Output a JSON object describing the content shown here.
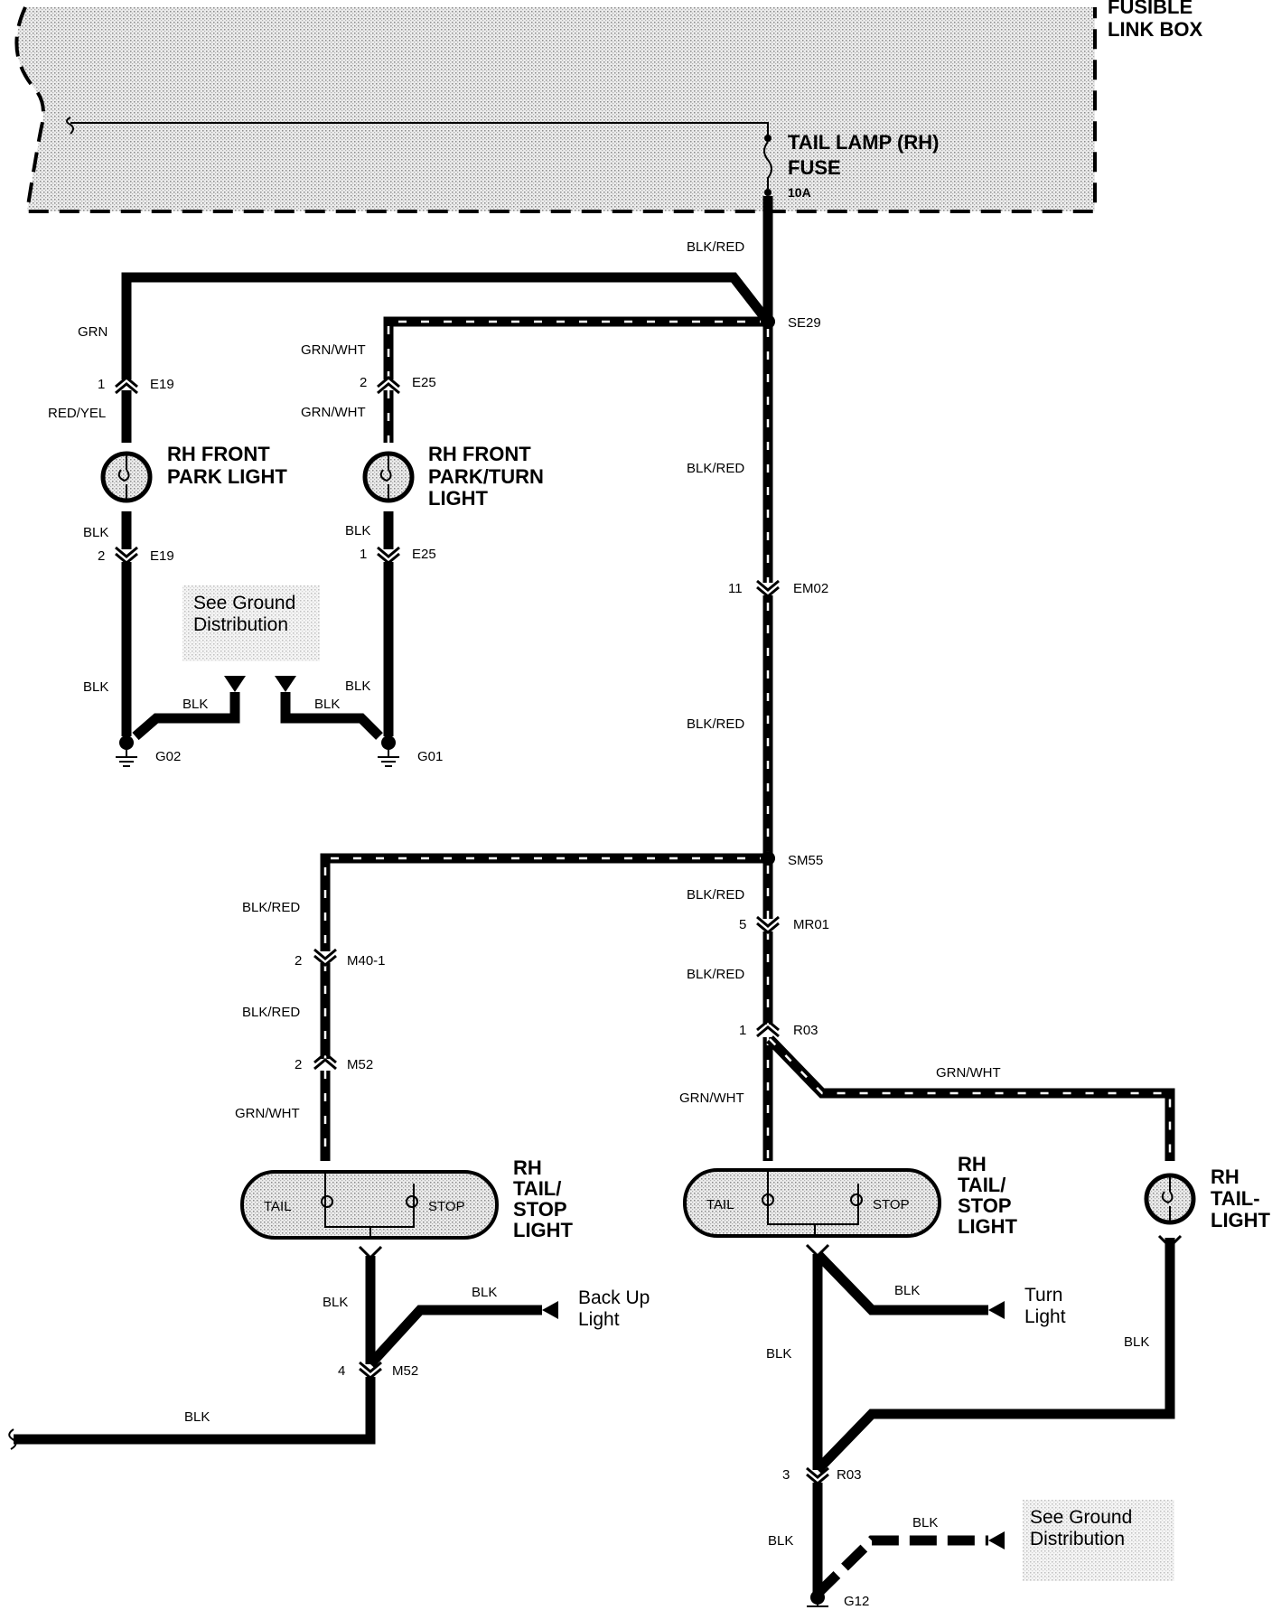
{
  "fusible_link_box": {
    "title_line1": "FUSIBLE",
    "title_line2": "LINK BOX"
  },
  "fuse": {
    "name_line1": "TAIL LAMP (RH)",
    "name_line2": "FUSE",
    "rating": "10A"
  },
  "splices": {
    "se29": "SE29",
    "sm55": "SM55"
  },
  "wire_colors": {
    "blk_red": "BLK/RED",
    "grn": "GRN",
    "grn_wht": "GRN/WHT",
    "red_yel": "RED/YEL",
    "blk": "BLK"
  },
  "connectors": {
    "e19": "E19",
    "e25": "E25",
    "em02": "EM02",
    "mr01": "MR01",
    "r03": "R03",
    "m40_1": "M40-1",
    "m52": "M52"
  },
  "pins": {
    "p1": "1",
    "p2": "2",
    "p3": "3",
    "p4": "4",
    "p5": "5",
    "p11": "11"
  },
  "grounds": {
    "g01": "G01",
    "g02": "G02",
    "g12": "G12"
  },
  "components": {
    "front_park": {
      "line1": "RH FRONT",
      "line2": "PARK LIGHT"
    },
    "front_park_turn": {
      "line1": "RH FRONT",
      "line2": "PARK/TURN",
      "line3": "LIGHT"
    },
    "tail_stop": {
      "line1": "RH",
      "line2": "TAIL/",
      "line3": "STOP",
      "line4": "LIGHT"
    },
    "tail_light": {
      "line1": "RH",
      "line2": "TAIL-",
      "line3": "LIGHT"
    },
    "bulb_tail": "TAIL",
    "bulb_stop": "STOP"
  },
  "notes": {
    "see_ground_line1": "See Ground",
    "see_ground_line2": "Distribution",
    "back_up_line1": "Back Up",
    "back_up_line2": "Light",
    "turn_line1": "Turn",
    "turn_line2": "Light"
  },
  "colors": {
    "wire": "#000000",
    "shading": "#d4d4d4",
    "background": "#ffffff"
  }
}
